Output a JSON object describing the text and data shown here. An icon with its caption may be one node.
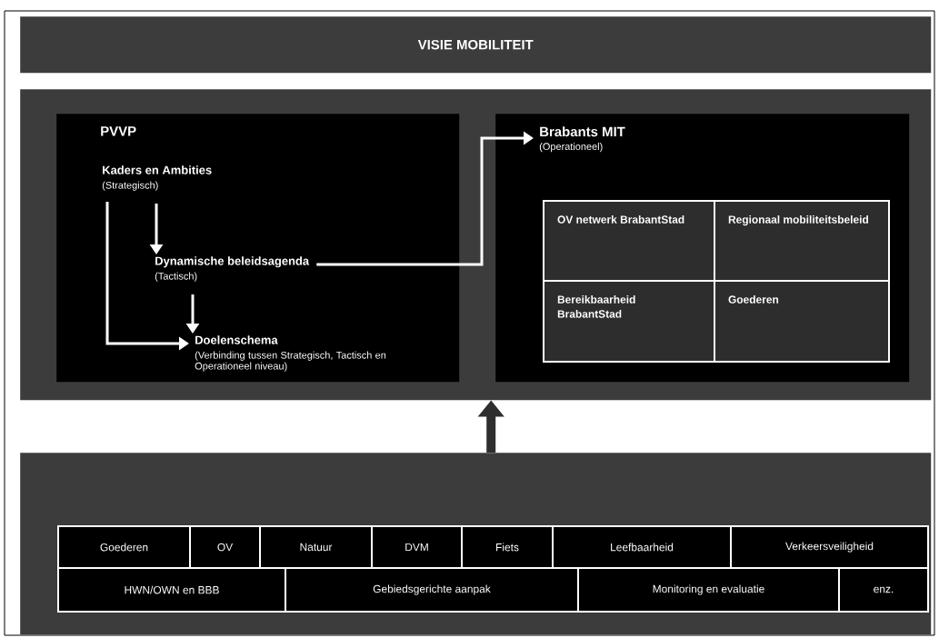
{
  "diagram": {
    "nodes": [
      {
        "text": [
          "VISIE MOBILITEIT"
        ]
      },
      {
        "text": [],
        "shape": "box"
      },
      {
        "text": [
          "PVVP"
        ],
        "in": 1
      },
      {
        "text": [
          "Kaders en Ambities",
          "(Strategisch)"
        ],
        "in": 2
      },
      {
        "text": [
          "Dynamische beleidsagenda",
          "(Tactisch)"
        ],
        "in": 2
      },
      {
        "text": [
          "Doelenschema",
          "(Verbinding tussen Strategisch, Tactisch en Operationeel niveau)"
        ],
        "in": 2
      },
      {
        "text": [
          "Brabants MIT",
          "(Operationeel)"
        ],
        "in": 1
      },
      {
        "text": [
          "OV netwerk BrabantStad"
        ],
        "in": 6
      },
      {
        "text": [
          "Regionaal mobiliteitsbeleid"
        ],
        "in": 6
      },
      {
        "text": [
          "Bereikbaarheid BrabantStad"
        ],
        "in": 6
      },
      {
        "text": [
          "Goederen"
        ],
        "in": 6
      },
      {
        "text": [],
        "shape": "box"
      },
      {
        "text": [
          "Goederen"
        ],
        "in": 11
      },
      {
        "text": [
          "OV"
        ],
        "in": 11
      },
      {
        "text": [
          "Natuur"
        ],
        "in": 11
      },
      {
        "text": [
          "DVM"
        ],
        "in": 11
      },
      {
        "text": [
          "Fiets"
        ],
        "in": 11
      },
      {
        "text": [
          "Leefbaarheid"
        ],
        "in": 11
      },
      {
        "text": [
          "Verkeersveiligheid"
        ],
        "in": 11
      },
      {
        "text": [
          "HWN/OWN en BBB"
        ],
        "in": 11
      },
      {
        "text": [
          "Gebiedsgerichte aanpak"
        ],
        "in": 11
      },
      {
        "text": [
          "Monitoring en evaluatie"
        ],
        "in": 11
      },
      {
        "text": [
          "enz."
        ],
        "in": 11
      }
    ],
    "edges": [
      {
        "from": 3,
        "to": 4,
        "arrow": "to"
      },
      {
        "from": 4,
        "to": 5,
        "arrow": "to"
      },
      {
        "from": 3,
        "to": 5,
        "arrow": "to"
      },
      {
        "from": 4,
        "to": 6,
        "arrow": "to"
      },
      {
        "from": 11,
        "to": 1,
        "arrow": "to",
        "style": "thick",
        "color": "#2e2e2e"
      }
    ]
  }
}
